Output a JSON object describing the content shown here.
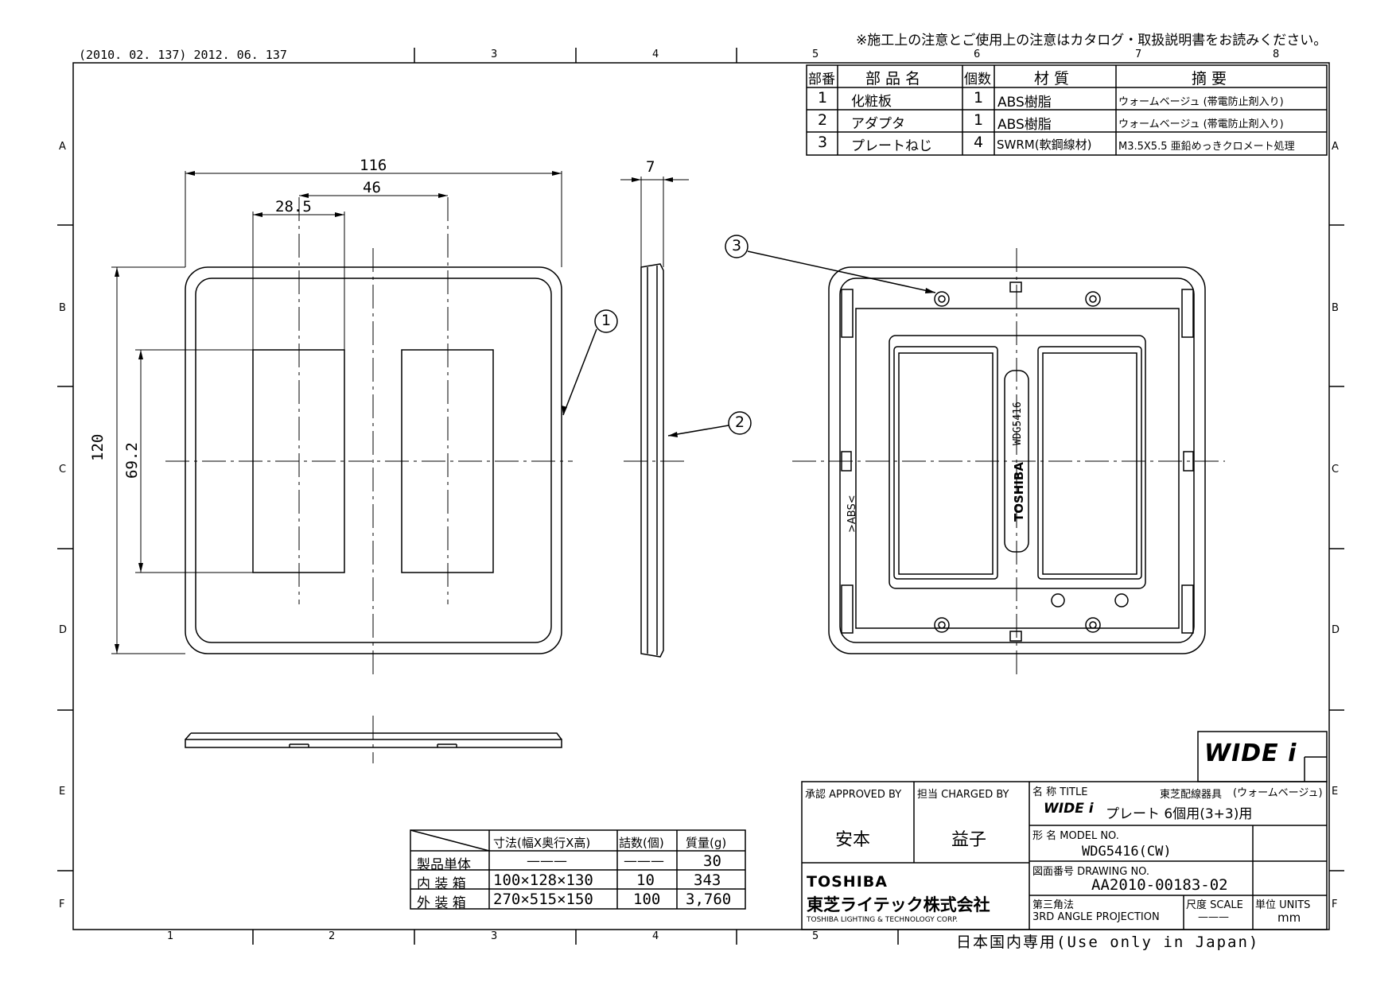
{
  "notice": "※施工上の注意とご使用上の注意はカタログ・取扱説明書をお読みください。",
  "revision": "(2010. 02. 137) 2012. 06. 137",
  "grid": {
    "top_numbers": [
      "3",
      "4",
      "5",
      "6",
      "7",
      "8"
    ],
    "bottom_numbers": [
      "1",
      "2",
      "3",
      "4",
      "5"
    ],
    "row_letters": [
      "A",
      "B",
      "C",
      "D",
      "E",
      "F"
    ]
  },
  "parts_table": {
    "headers": [
      "部番",
      "部 品 名",
      "個数",
      "材 質",
      "摘 要"
    ],
    "rows": [
      [
        "1",
        "化粧板",
        "1",
        "ABS樹脂",
        "ウォームベージュ (帯電防止剤入り)"
      ],
      [
        "2",
        "アダプタ",
        "1",
        "ABS樹脂",
        "ウォームベージュ (帯電防止剤入り)"
      ],
      [
        "3",
        "プレートねじ",
        "4",
        "SWRM(軟鋼線材)",
        "M3.5X5.5 亜鉛めっきクロメート処理"
      ]
    ]
  },
  "dimensions": {
    "width": "116",
    "pitch": "46",
    "opening": "28.5",
    "depth": "7",
    "height": "120",
    "opening_height": "69.2"
  },
  "callouts": [
    "1",
    "2",
    "3"
  ],
  "back_view": {
    "model_mark": "WDG5416",
    "brand_mark": "TOSHIBA",
    "material_mark": ">ABS<"
  },
  "packaging_table": {
    "headers": [
      "寸法(幅X奥行X高)",
      "詰数(個)",
      "質量(g)"
    ],
    "rows": [
      [
        "製品単体",
        "———",
        "———",
        "30"
      ],
      [
        "内 装 箱",
        "100×128×130",
        "10",
        "343"
      ],
      [
        "外 装 箱",
        "270×515×150",
        "100",
        "3,760"
      ]
    ]
  },
  "logo": "WIDE i",
  "title_block": {
    "approved_label": "承認 APPROVED BY",
    "charged_label": "担当 CHARGED BY",
    "approved_name": "安本",
    "charged_name": "益子",
    "title_label": "名 称 TITLE",
    "category": "東芝配線器具",
    "color_note": "(ウォームベージュ)",
    "title_brand": "WIDE i",
    "title_text": "プレート  6個用(3+3)用",
    "model_label": "形 名 MODEL NO.",
    "model_no": "WDG5416(CW)",
    "drawing_label": "図面番号 DRAWING NO.",
    "drawing_no": "AA2010-00183-02",
    "projection_label": "第三角法",
    "projection": "3RD ANGLE PROJECTION",
    "scale_label": "尺度 SCALE",
    "scale": "———",
    "units_label": "単位 UNITS",
    "units": "mm",
    "company_en": "TOSHIBA",
    "company_jp": "東芝ライテック株式会社",
    "company_full": "TOSHIBA LIGHTING & TECHNOLOGY CORP."
  },
  "footer": "日本国内専用(Use only in Japan)"
}
